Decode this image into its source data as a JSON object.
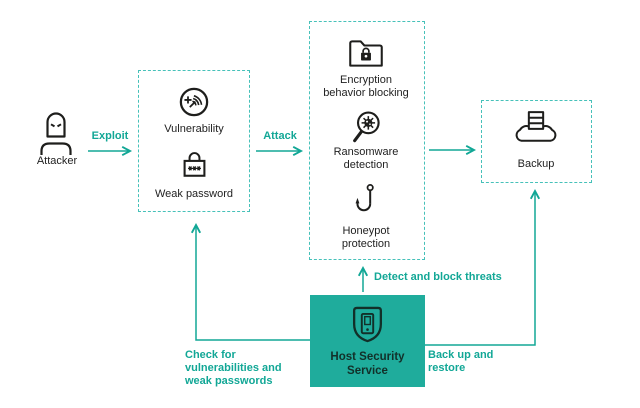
{
  "diagram": {
    "attacker": {
      "label": "Attacker"
    },
    "exploit_label": "Exploit",
    "attack_label": "Attack",
    "weakness_box": {
      "vulnerability_label": "Vulnerability",
      "weak_password_label": "Weak password"
    },
    "protection_box": {
      "encryption_label": "Encryption\nbehavior blocking",
      "ransomware_label": "Ransomware\ndetection",
      "honeypot_label": "Honeypot\nprotection"
    },
    "backup": {
      "label": "Backup"
    },
    "host_security_service": {
      "label": "Host Security\nService"
    },
    "flows": {
      "detect_label": "Detect and block threats",
      "check_label": "Check for\nvulnerabilities and\nweak passwords",
      "backup_restore_label": "Back up and\nrestore"
    },
    "colors": {
      "teal": "#12a796",
      "dashed_border": "#46c1b9",
      "hss_fill": "#1fac9c",
      "icon_dark": "#1e1e1c",
      "label_dark": "#1f1f1f",
      "hss_dark": "#123029"
    }
  }
}
